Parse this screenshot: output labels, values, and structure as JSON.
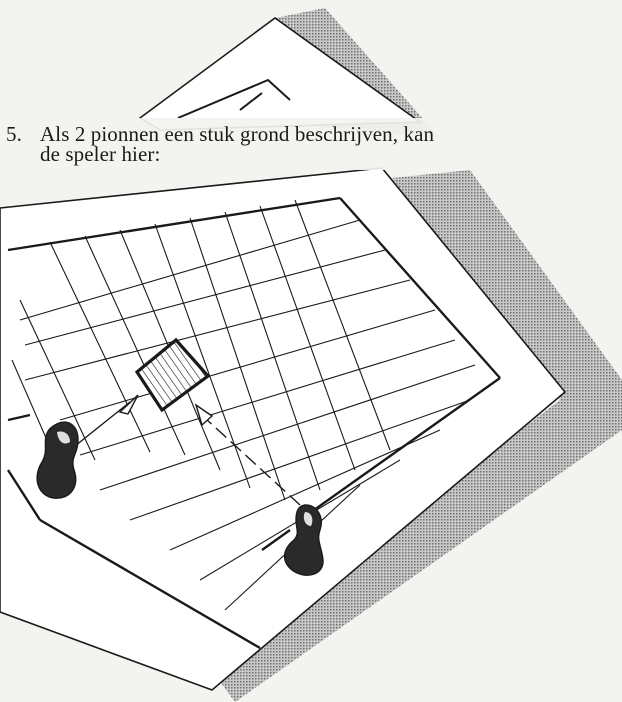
{
  "instruction": {
    "number": "5.",
    "line1": "Als 2 pionnen een stuk grond beschrijven, kan",
    "line2": "de speler hier:"
  },
  "board": {
    "grid_size": 8,
    "highlighted_cell": [
      2,
      4
    ],
    "pawn_count": 2
  },
  "colors": {
    "paper": "#f3f3f0",
    "ink": "#1a1a1a",
    "board": "#ffffff",
    "shadow": "#9a9a9a"
  }
}
